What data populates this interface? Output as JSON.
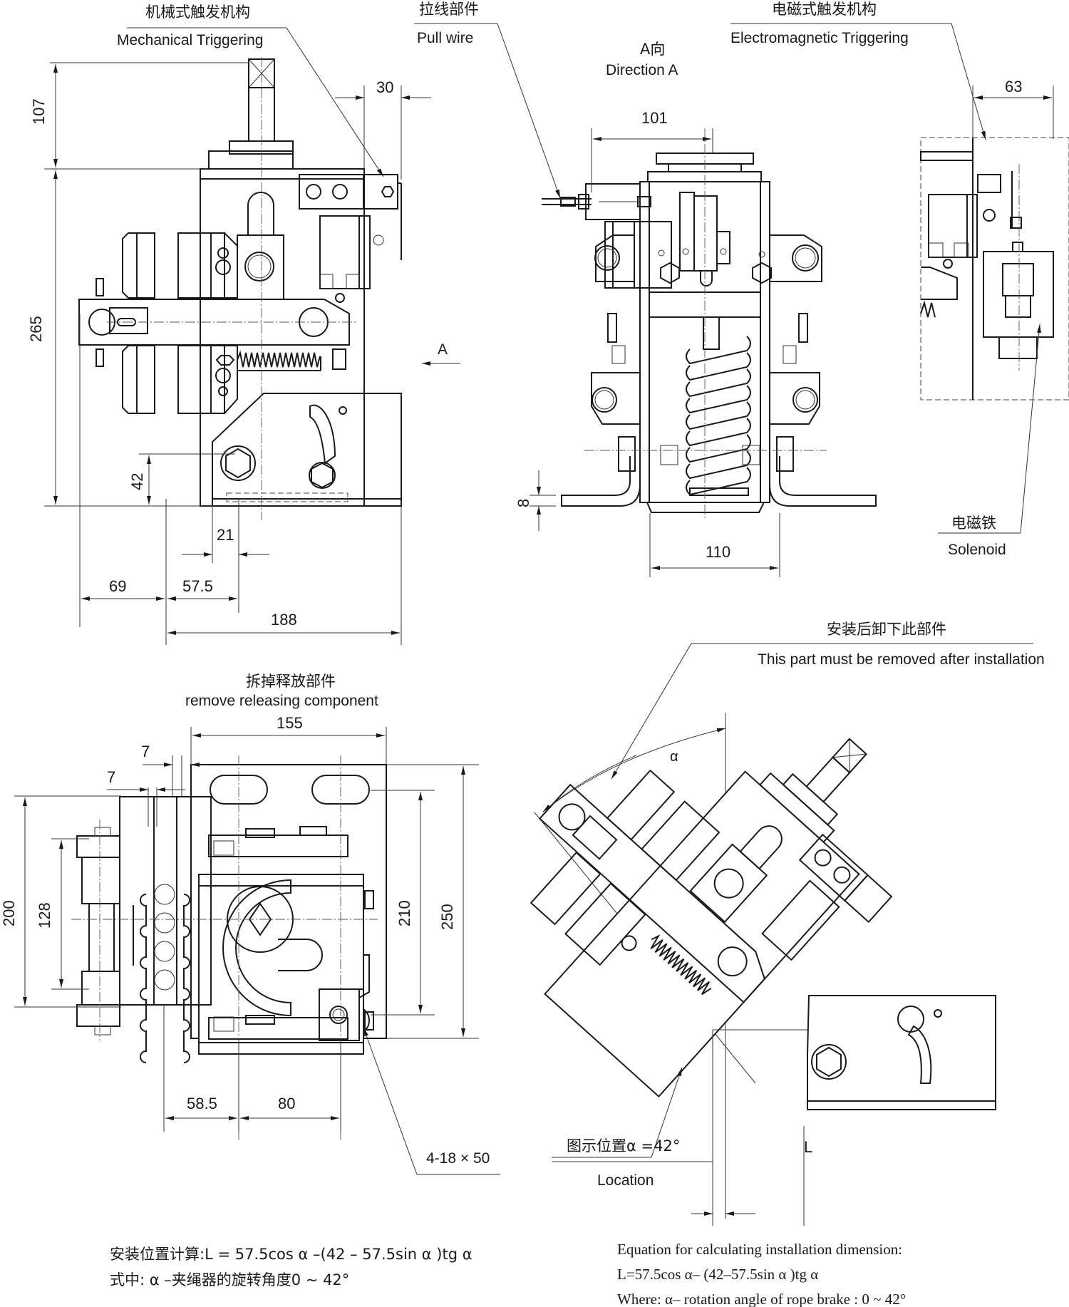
{
  "labels": {
    "mechanical_cn": "机械式触发机构",
    "mechanical_en": "Mechanical Triggering",
    "pullwire_cn": "拉线部件",
    "pullwire_en": "Pull wire",
    "direction_cn": "A向",
    "direction_en": "Direction A",
    "electromagnetic_cn": "电磁式触发机构",
    "electromagnetic_en": "Electromagnetic Triggering",
    "solenoid_cn": "电磁铁",
    "solenoid_en": "Solenoid",
    "arrow_a": "A",
    "remove_cn": "拆掉释放部件",
    "remove_en": "remove releasing component",
    "removeafter_cn": "安装后卸下此部件",
    "removeafter_en": "This part must be removed after installation",
    "alpha": "α",
    "location_cn": "图示位置α =42°",
    "location_en": "Location",
    "l_label": "L",
    "slot_spec": "4-18 × 50"
  },
  "dimensions": {
    "front": {
      "d107": "107",
      "d265": "265",
      "d30": "30",
      "d42": "42",
      "d21": "21",
      "d69": "69",
      "d57_5": "57.5",
      "d188": "188"
    },
    "direction_a": {
      "d101": "101",
      "d110": "110",
      "d8": "8"
    },
    "side": {
      "d63": "63"
    },
    "bottom": {
      "d155": "155",
      "d7a": "7",
      "d7b": "7",
      "d200": "200",
      "d128": "128",
      "d210": "210",
      "d250": "250",
      "d58_5": "58.5",
      "d80": "80"
    }
  },
  "formulas": {
    "cn_line1": "安装位置计算:L = 57.5cos α –(42 – 57.5sin α )tg α",
    "cn_line2": "式中: α –夹绳器的旋转角度0 ~ 42°",
    "en_line1": "Equation for calculating installation dimension:",
    "en_line2": "L=57.5cos α– (42–57.5sin α )tg α",
    "en_line3": "Where: α– rotation angle of rope brake : 0 ~ 42°"
  }
}
